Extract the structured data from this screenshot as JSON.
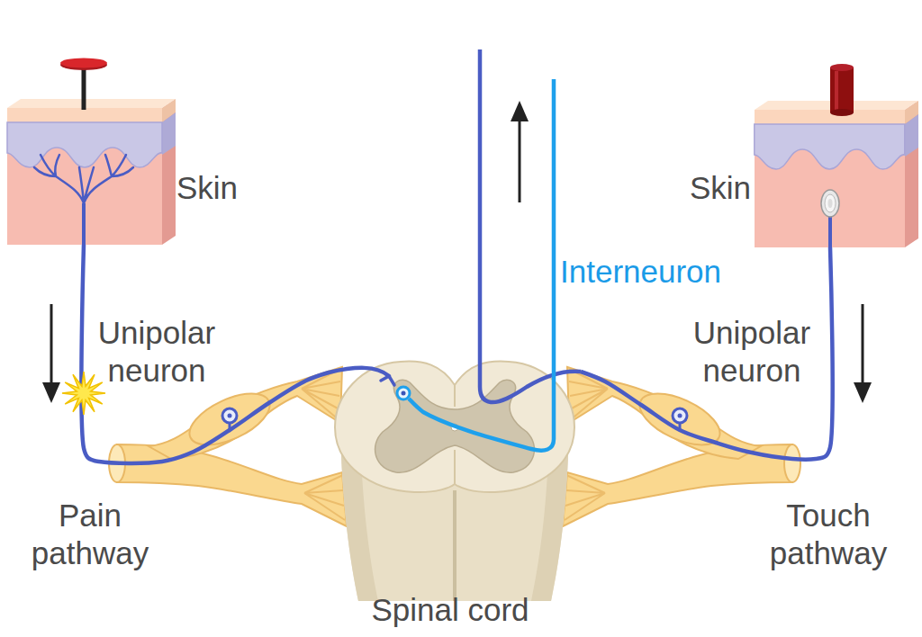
{
  "diagram": {
    "nodes": [
      {
        "text": [
          "Skin"
        ]
      },
      {
        "text": [
          "Skin"
        ]
      },
      {
        "text": [
          "Spinal cord"
        ]
      }
    ],
    "edges": [
      {
        "from": 0,
        "to": 2,
        "arrow": "none",
        "label": "Unipolar neuron"
      },
      {
        "from": 1,
        "to": 2,
        "arrow": "none",
        "label": "Unipolar neuron"
      }
    ],
    "labels": [
      "Interneuron",
      "Pain pathway",
      "Touch pathway"
    ]
  }
}
